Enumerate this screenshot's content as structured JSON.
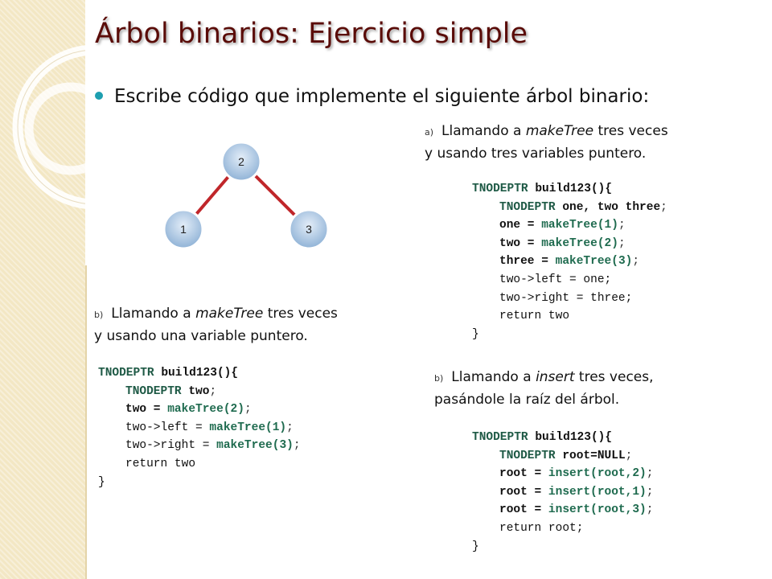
{
  "slide": {
    "title": "Árbol binarios: Ejercicio simple",
    "bullet": "Escribe código que implemente el siguiente árbol binario:"
  },
  "tree": {
    "root": "2",
    "left": "1",
    "right": "3"
  },
  "sections": {
    "a_calls": {
      "marker": "a)",
      "line1_prefix": "Llamando a ",
      "line1_func": "makeTree",
      "line1_suffix": " tres veces",
      "line2": "y usando tres variables puntero."
    },
    "b_calls": {
      "marker": "b)",
      "line1_prefix": "Llamando a ",
      "line1_func": "makeTree",
      "line1_suffix": " tres veces",
      "line2": "y usando una variable puntero."
    },
    "b_insert": {
      "marker": "b)",
      "line1_prefix": "Llamando a ",
      "line1_func": "insert",
      "line1_suffix": " tres veces,",
      "line2": "pasándole la raíz del árbol."
    }
  },
  "code": {
    "a": {
      "l1_type": "TNODEPTR",
      "l1_rest": " build123(){",
      "l2_type": "TNODEPTR",
      "l2_vars": " one, two three",
      "l2_end": ";",
      "l3_var": "one = ",
      "l3_func": "makeTree(1)",
      "l3_end": ";",
      "l4_var": "two = ",
      "l4_func": "makeTree(2)",
      "l4_end": ";",
      "l5_var": "three = ",
      "l5_func": "makeTree(3)",
      "l5_end": ";",
      "l6": "two->left = one;",
      "l7": "two->right = three;",
      "l8": "return two",
      "l9": "}"
    },
    "b": {
      "l1_type": "TNODEPTR",
      "l1_rest": " build123(){",
      "l2_type": "TNODEPTR",
      "l2_vars": " two",
      "l2_end": ";",
      "l3_var": "two = ",
      "l3_func": "makeTree(2)",
      "l3_end": ";",
      "l4_pre": "two->left = ",
      "l4_func": "makeTree(1)",
      "l4_end": ";",
      "l5_pre": "two->right = ",
      "l5_func": "makeTree(3)",
      "l5_end": ";",
      "l6": "return two",
      "l7": "}"
    },
    "c": {
      "l1_type": "TNODEPTR",
      "l1_rest": " build123(){",
      "l2_type": "TNODEPTR",
      "l2_vars": " root=NULL",
      "l2_end": ";",
      "l3_var": "root = ",
      "l3_func": "insert(root,2)",
      "l3_end": ";",
      "l4_var": "root = ",
      "l4_func": "insert(root,1)",
      "l4_end": ";",
      "l5_var": "root = ",
      "l5_func": "insert(root,3)",
      "l5_end": ";",
      "l6": "return root;",
      "l7": "}"
    }
  },
  "colors": {
    "title": "#5a0c08",
    "bullet": "#1e9fb0",
    "edge": "#c0262a",
    "node_fill": "#8fb2d6",
    "code_type": "#1f5a46"
  }
}
